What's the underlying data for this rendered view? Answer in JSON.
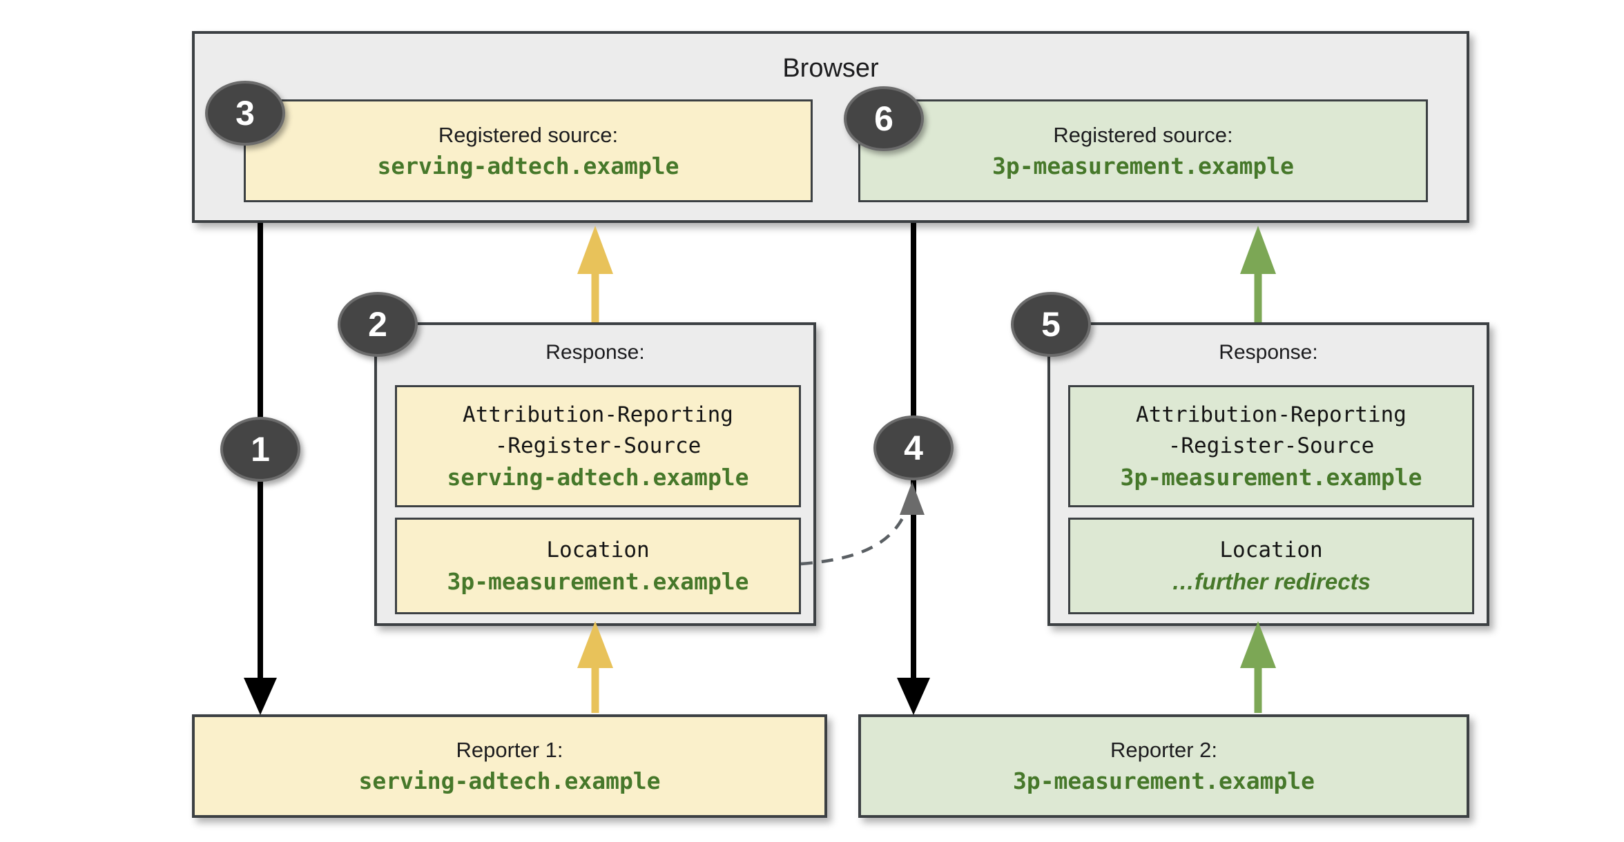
{
  "browser": {
    "title": "Browser"
  },
  "registered_sources": [
    {
      "badge": "3",
      "label": "Registered source:",
      "domain": "serving-adtech.example"
    },
    {
      "badge": "6",
      "label": "Registered source:",
      "domain": "3p-measurement.example"
    }
  ],
  "responses": [
    {
      "badge": "2",
      "title": "Response:",
      "header_line1": "Attribution-Reporting",
      "header_line2": "-Register-Source",
      "header_domain": "serving-adtech.example",
      "location_label": "Location",
      "location_value": "3p-measurement.example"
    },
    {
      "badge": "5",
      "title": "Response:",
      "header_line1": "Attribution-Reporting",
      "header_line2": "-Register-Source",
      "header_domain": "3p-measurement.example",
      "location_label": "Location",
      "location_value": "…further redirects"
    }
  ],
  "reporters": [
    {
      "label": "Reporter 1:",
      "domain": "serving-adtech.example"
    },
    {
      "label": "Reporter 2:",
      "domain": "3p-measurement.example"
    }
  ],
  "flow_badges": [
    {
      "label": "1"
    },
    {
      "label": "4"
    }
  ],
  "colors": {
    "container_fill": "#ececec",
    "yellow_fill": "#faf0cb",
    "green_fill": "#dde8d3",
    "box_border": "#3c4043",
    "badge_fill": "#454545",
    "badge_border": "#6b6b6b",
    "badge_text": "#ffffff",
    "domain_text_green": "#46782a",
    "arrow_black": "#000000",
    "arrow_yellow": "#e8c25a",
    "arrow_green": "#7ca755",
    "dashed_arrow_gray": "#5a5f63"
  }
}
